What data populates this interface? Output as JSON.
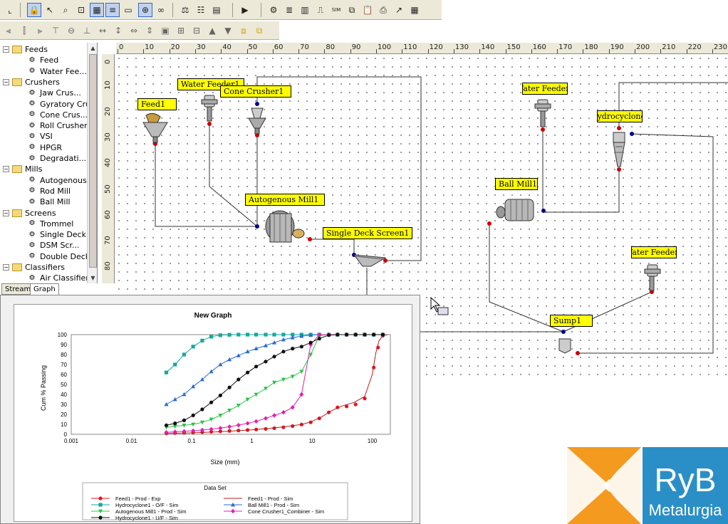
{
  "toolbar": {
    "buttons": [
      "graph-icon",
      "lock-icon",
      "pointer-icon",
      "zoom-icon",
      "zoom-fit-icon",
      "grid-icon",
      "stream-icon",
      "label-icon",
      "crosshair-icon",
      "node-icon",
      "balance-icon",
      "table-icon",
      "mass-icon",
      "run-icon",
      "properties-icon",
      "list-icon",
      "report-icon",
      "split-icon",
      "sim-icon",
      "copy-icon",
      "paste-icon",
      "print-icon",
      "trend-icon",
      "spreadsheet-icon"
    ],
    "sim_label": "SIM"
  },
  "tree": {
    "items": [
      {
        "level": 0,
        "label": "Feeds",
        "type": "folder"
      },
      {
        "level": 1,
        "label": "Feed",
        "type": "leaf"
      },
      {
        "level": 1,
        "label": "Water Fee...",
        "type": "leaf"
      },
      {
        "level": 0,
        "label": "Crushers",
        "type": "folder"
      },
      {
        "level": 1,
        "label": "Jaw Crus...",
        "type": "leaf"
      },
      {
        "level": 1,
        "label": "Gyratory Crus",
        "type": "leaf"
      },
      {
        "level": 1,
        "label": "Cone Crus...",
        "type": "leaf"
      },
      {
        "level": 1,
        "label": "Roll Crusher",
        "type": "leaf"
      },
      {
        "level": 1,
        "label": "VSI",
        "type": "leaf"
      },
      {
        "level": 1,
        "label": "HPGR",
        "type": "leaf"
      },
      {
        "level": 1,
        "label": "Degradati...",
        "type": "leaf"
      },
      {
        "level": 0,
        "label": "Mills",
        "type": "folder"
      },
      {
        "level": 1,
        "label": "Autogenous .",
        "type": "leaf"
      },
      {
        "level": 1,
        "label": "Rod Mill",
        "type": "leaf"
      },
      {
        "level": 1,
        "label": "Ball Mill",
        "type": "leaf"
      },
      {
        "level": 0,
        "label": "Screens",
        "type": "folder"
      },
      {
        "level": 1,
        "label": "Trommel",
        "type": "leaf"
      },
      {
        "level": 1,
        "label": "Single Deck",
        "type": "leaf"
      },
      {
        "level": 1,
        "label": "DSM Scr...",
        "type": "leaf"
      },
      {
        "level": 1,
        "label": "Double Deck",
        "type": "leaf"
      },
      {
        "level": 0,
        "label": "Classifiers",
        "type": "folder"
      },
      {
        "level": 1,
        "label": "Air Classifier",
        "type": "leaf"
      }
    ]
  },
  "tabs": [
    "Stream",
    "Graph"
  ],
  "ruler": {
    "h_ticks": [
      "0",
      "10",
      "20",
      "30",
      "40",
      "50",
      "60",
      "70",
      "80",
      "90",
      "100",
      "110",
      "120",
      "130",
      "140",
      "150",
      "160",
      "170",
      "180",
      "190",
      "200",
      "210",
      "220",
      "230"
    ],
    "v_ticks": [
      "0",
      "10",
      "20",
      "30",
      "40",
      "50",
      "60",
      "70",
      "80"
    ]
  },
  "flowsheet": {
    "labels": {
      "feed1": "Feed1",
      "water_feeder1": "Water Feeder1",
      "cone_crusher1": "Cone Crusher1",
      "autogenous_mill1": "Autogenous Mill1",
      "single_deck_screen1": "Single Deck Screen1",
      "water_feeder_2": "Water Feeder",
      "hydrocyclone": "Hydrocyclone",
      "ball_mill1": "Ball Mill1",
      "water_feeder_3": "Water Feeder",
      "sump1": "Sump1"
    },
    "colors": {
      "label_bg": "#ffff00",
      "stream": "#333333",
      "node_in": "#cc0000",
      "node_out": "#00008b"
    }
  },
  "chart_data": {
    "type": "scatter",
    "title": "New Graph",
    "xlabel": "Size (mm)",
    "ylabel": "Cum % Passing",
    "xscale": "log",
    "xlim": [
      0.001,
      200
    ],
    "ylim": [
      0,
      100
    ],
    "x_ticks": [
      "0.001",
      "0.01",
      "0.1",
      "1",
      "10",
      "100"
    ],
    "y_ticks": [
      "0",
      "10",
      "20",
      "30",
      "40",
      "50",
      "60",
      "70",
      "80",
      "90",
      "100"
    ],
    "grid": true,
    "legend_title": "Data Set",
    "legend_position": "bottom",
    "series": [
      {
        "name": "Feed1 - Prod - Exp",
        "color": "#e8141e",
        "marker": "circle",
        "line": false,
        "x": [
          0.038,
          0.053,
          0.075,
          0.106,
          0.15,
          0.212,
          0.3,
          0.425,
          0.6,
          0.85,
          1.18,
          1.7,
          2.36,
          3.35,
          4.75,
          6.7,
          9.5,
          13.2,
          19,
          26.5,
          37.5,
          53,
          75,
          106,
          125,
          150
        ],
        "y": [
          1,
          1.3,
          1.6,
          1.9,
          2.2,
          2.6,
          3,
          3.4,
          3.8,
          4.3,
          4.8,
          5.4,
          6.1,
          7,
          8.2,
          9.8,
          12,
          16,
          22,
          27,
          28,
          30,
          36,
          67,
          87,
          99
        ]
      },
      {
        "name": "Feed1 - Prod - Sim",
        "color": "#b02020",
        "marker": "none",
        "line": true,
        "x": [
          0.038,
          0.1,
          0.3,
          1,
          2,
          4,
          7,
          10,
          15,
          20,
          30,
          50,
          75,
          100,
          115,
          130,
          150,
          180
        ],
        "y": [
          0.8,
          1.4,
          2.6,
          4.5,
          6,
          8,
          10,
          13,
          18,
          23,
          28,
          32,
          38,
          60,
          82,
          94,
          99,
          100
        ]
      },
      {
        "name": "Hydrocyclone1 - O/F - Sim",
        "color": "#17a89e",
        "marker": "square",
        "line": true,
        "x": [
          0.038,
          0.053,
          0.075,
          0.106,
          0.15,
          0.212,
          0.3,
          0.425,
          0.6,
          0.85,
          1.18,
          1.7,
          2.36,
          3.35,
          4.75,
          6.7,
          9.5,
          13.2,
          19,
          26.5,
          37.5,
          53,
          75,
          106,
          150
        ],
        "y": [
          62,
          70,
          80,
          88,
          94,
          98,
          99.4,
          99.8,
          100,
          100,
          100,
          100,
          100,
          100,
          100,
          100,
          100,
          100,
          100,
          100,
          100,
          100,
          100,
          100,
          100
        ]
      },
      {
        "name": "Ball Mill1 - Prod - Sim",
        "color": "#2a6bd1",
        "marker": "triangle-up",
        "line": true,
        "x": [
          0.038,
          0.053,
          0.075,
          0.106,
          0.15,
          0.212,
          0.3,
          0.425,
          0.6,
          0.85,
          1.18,
          1.7,
          2.36,
          3.35,
          4.75,
          6.7,
          9.5,
          13.2,
          19,
          26.5,
          37.5,
          53,
          75,
          106,
          150
        ],
        "y": [
          30,
          35,
          40,
          48,
          55,
          63,
          70,
          75,
          79,
          83,
          86,
          89,
          92,
          95,
          97,
          98.5,
          99.5,
          100,
          100,
          100,
          100,
          100,
          100,
          100,
          100
        ]
      },
      {
        "name": "Autogenous Mill1 - Prod - Sim",
        "color": "#2ec44a",
        "marker": "triangle-down",
        "line": true,
        "x": [
          0.038,
          0.053,
          0.075,
          0.106,
          0.15,
          0.212,
          0.3,
          0.425,
          0.6,
          0.85,
          1.18,
          1.7,
          2.36,
          3.35,
          4.75,
          6.7,
          9.5,
          13.2,
          19,
          26.5,
          37.5,
          53,
          75,
          106,
          150
        ],
        "y": [
          7,
          8,
          9,
          10,
          12,
          15,
          19,
          24,
          29,
          35,
          40,
          46,
          52,
          55,
          58,
          63,
          80,
          99,
          100,
          100,
          100,
          100,
          100,
          100,
          100
        ]
      },
      {
        "name": "Cone Crusher1_Combiner - Sim",
        "color": "#e020b0",
        "marker": "diamond",
        "line": true,
        "x": [
          0.038,
          0.053,
          0.075,
          0.106,
          0.15,
          0.212,
          0.3,
          0.425,
          0.6,
          0.85,
          1.18,
          1.7,
          2.36,
          3.35,
          4.75,
          6.7,
          9.5,
          13.2,
          19,
          26.5,
          37.5,
          53,
          75,
          106,
          150
        ],
        "y": [
          2,
          2.5,
          3,
          3.6,
          4.3,
          5.1,
          6.2,
          7.6,
          9.2,
          11,
          13,
          16,
          19,
          22,
          27,
          40,
          90,
          100,
          100,
          100,
          100,
          100,
          100,
          100,
          100
        ]
      },
      {
        "name": "Hydrocyclone1 - U/F - Sim",
        "color": "#111111",
        "marker": "circle",
        "line": true,
        "x": [
          0.038,
          0.053,
          0.075,
          0.106,
          0.15,
          0.212,
          0.3,
          0.425,
          0.6,
          0.85,
          1.18,
          1.7,
          2.36,
          3.35,
          4.75,
          6.7,
          9.5,
          13.2,
          19,
          26.5,
          37.5,
          53,
          75,
          106,
          150
        ],
        "y": [
          9,
          11,
          14,
          19,
          25,
          32,
          39,
          47,
          55,
          62,
          68,
          73,
          78,
          83,
          86,
          88,
          92,
          96,
          99.5,
          100,
          100,
          100,
          100,
          100,
          100
        ]
      }
    ]
  },
  "logo": {
    "text1": "RyB",
    "text2": "Metalurgia",
    "color_orange": "#f39a1f",
    "color_blue": "#2b8fc7"
  }
}
